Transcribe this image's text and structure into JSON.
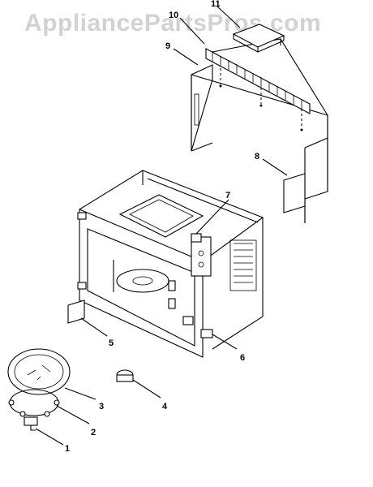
{
  "watermark": "AppliancePartsPros.com",
  "callouts": [
    {
      "id": "1",
      "label": "1"
    },
    {
      "id": "2",
      "label": "2"
    },
    {
      "id": "3",
      "label": "3"
    },
    {
      "id": "4",
      "label": "4"
    },
    {
      "id": "5",
      "label": "5"
    },
    {
      "id": "6",
      "label": "6"
    },
    {
      "id": "7",
      "label": "7"
    },
    {
      "id": "8",
      "label": "8"
    },
    {
      "id": "9",
      "label": "9"
    },
    {
      "id": "10",
      "label": "10"
    },
    {
      "id": "11",
      "label": "11"
    }
  ]
}
